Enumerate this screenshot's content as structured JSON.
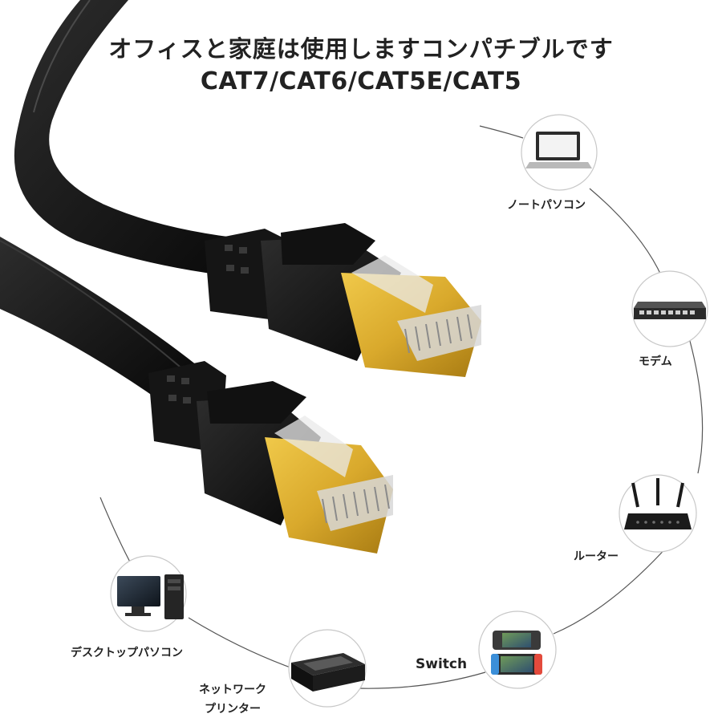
{
  "headline": {
    "line1": "オフィスと家庭は使用しますコンパチブルです",
    "line2": "CAT7/CAT6/CAT5E/CAT5"
  },
  "devices": {
    "laptop": {
      "label": "ノートパソコン",
      "icon": "laptop-icon"
    },
    "modem": {
      "label": "モデム",
      "icon": "modem-icon"
    },
    "router": {
      "label": "ルーター",
      "icon": "router-icon"
    },
    "switch": {
      "label": "Switch",
      "icon": "game-console-icon"
    },
    "printer": {
      "line1": "ネットワーク",
      "line2": "プリンター",
      "icon": "printer-icon"
    },
    "desktop": {
      "label": "デスクトップパソコン",
      "icon": "desktop-pc-icon"
    }
  },
  "colors": {
    "cable": "#161616",
    "plug_gold": "#d9a92c",
    "connector_line": "#555555",
    "text": "#222222"
  }
}
